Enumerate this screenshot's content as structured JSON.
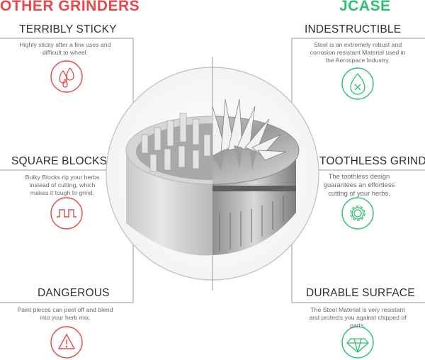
{
  "headings": {
    "left": "OTHER GRINDERS",
    "right": "JCASE"
  },
  "colors": {
    "left_accent": "#e8494c",
    "right_accent": "#2fbf73",
    "line": "#9a9a9a",
    "text": "#2f2f2f"
  },
  "left_items": [
    {
      "title": "TERRIBLY STICKY",
      "desc_lines": [
        "Highly sticky after a few uses and",
        "difficult to wheel."
      ],
      "icon": "droplets-icon"
    },
    {
      "title": "SQUARE BLOCKS",
      "desc_lines": [
        "Bulky Blocks rip your herbs",
        "instead of cutting, which",
        "makes it tough to grind."
      ],
      "icon": "square-wave-icon"
    },
    {
      "title": "DANGEROUS",
      "desc_lines": [
        "Paint pieces can peel off and blend",
        "into your herb mix."
      ],
      "icon": "warning-triangle-icon"
    }
  ],
  "right_items": [
    {
      "title": "INDESTRUCTIBLE",
      "desc_lines": [
        "Steel is an extremely robust and",
        "corrosion resistant Material used in",
        "the Aerospace Industry."
      ],
      "icon": "no-water-drop-icon"
    },
    {
      "title": "TOOTHLESS GRINDING",
      "desc_lines": [
        "The toothless design",
        "guarantees an effortless",
        "cutting of your herbs."
      ],
      "icon": "gear-icon"
    },
    {
      "title": "DURABLE SURFACE",
      "desc_lines": [
        "The Steel Material is very resistant",
        "and protects you against chipped of",
        "parts."
      ],
      "icon": "diamond-icon"
    }
  ]
}
